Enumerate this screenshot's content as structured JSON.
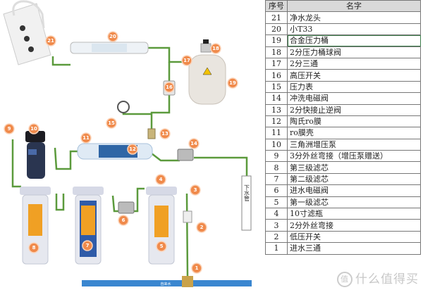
{
  "table": {
    "headers": [
      "序号",
      "名字"
    ],
    "rows": [
      {
        "no": "21",
        "name": "净水龙头"
      },
      {
        "no": "20",
        "name": "小T33"
      },
      {
        "no": "19",
        "name": "合金压力桶"
      },
      {
        "no": "18",
        "name": "2分压力桶球阀"
      },
      {
        "no": "17",
        "name": "2分三通"
      },
      {
        "no": "16",
        "name": "高压开关"
      },
      {
        "no": "15",
        "name": "压力表"
      },
      {
        "no": "14",
        "name": "冲洗电磁阀"
      },
      {
        "no": "13",
        "name": "2分快接止逆阀"
      },
      {
        "no": "12",
        "name": "陶氏ro膜"
      },
      {
        "no": "11",
        "name": "ro膜壳"
      },
      {
        "no": "10",
        "name": "三角洲增压泵"
      },
      {
        "no": "9",
        "name": "3分外丝弯接（增压泵赠送）"
      },
      {
        "no": "8",
        "name": "第三级滤芯"
      },
      {
        "no": "7",
        "name": "第二级滤芯"
      },
      {
        "no": "6",
        "name": "进水电磁阀"
      },
      {
        "no": "5",
        "name": "第一级滤芯"
      },
      {
        "no": "4",
        "name": "10寸滤瓶"
      },
      {
        "no": "3",
        "name": "2分外丝弯接"
      },
      {
        "no": "2",
        "name": "低压开关"
      },
      {
        "no": "1",
        "name": "进水三通"
      }
    ]
  },
  "diagram": {
    "drain_label": "下水管",
    "tap_water_label": "自来水",
    "badges": [
      "1",
      "2",
      "3",
      "4",
      "5",
      "6",
      "7",
      "8",
      "9",
      "10",
      "11",
      "12",
      "13",
      "14",
      "15",
      "16",
      "17",
      "18",
      "19",
      "20",
      "21"
    ],
    "colors": {
      "badge": "#f08a4b",
      "pipe": "#5b9a3c",
      "water_bar": "#3a86d0"
    }
  },
  "watermark": {
    "logo": "值",
    "text": "什么值得买"
  }
}
